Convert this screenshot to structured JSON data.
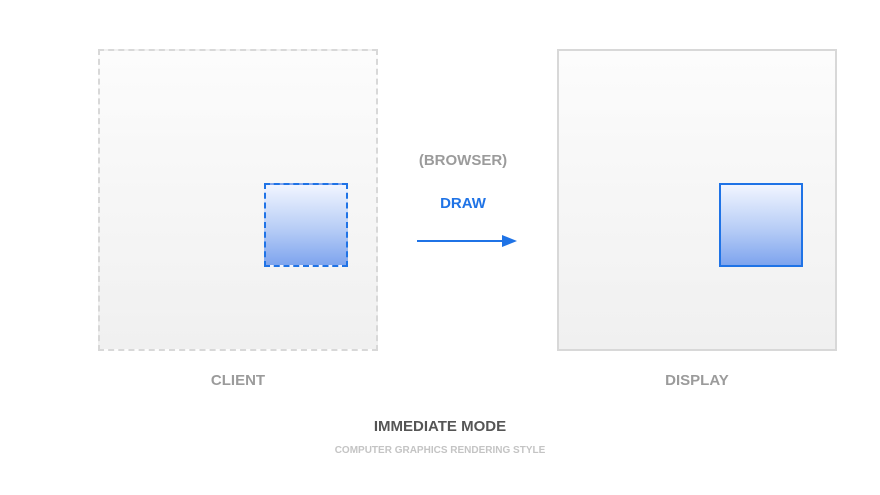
{
  "diagram": {
    "title": "IMMEDIATE MODE",
    "subtitle": "COMPUTER GRAPHICS RENDERING STYLE",
    "client": {
      "label": "CLIENT"
    },
    "display": {
      "label": "DISPLAY"
    },
    "connector": {
      "context_label": "(BROWSER)",
      "action_label": "DRAW",
      "icon": "arrow-right-icon"
    },
    "colors": {
      "accent": "#1f73e6",
      "panel_border": "#d8d8d8",
      "label_gray": "#9b9b9b",
      "title_gray": "#555555",
      "subtitle_gray": "#c4c4c4"
    }
  }
}
